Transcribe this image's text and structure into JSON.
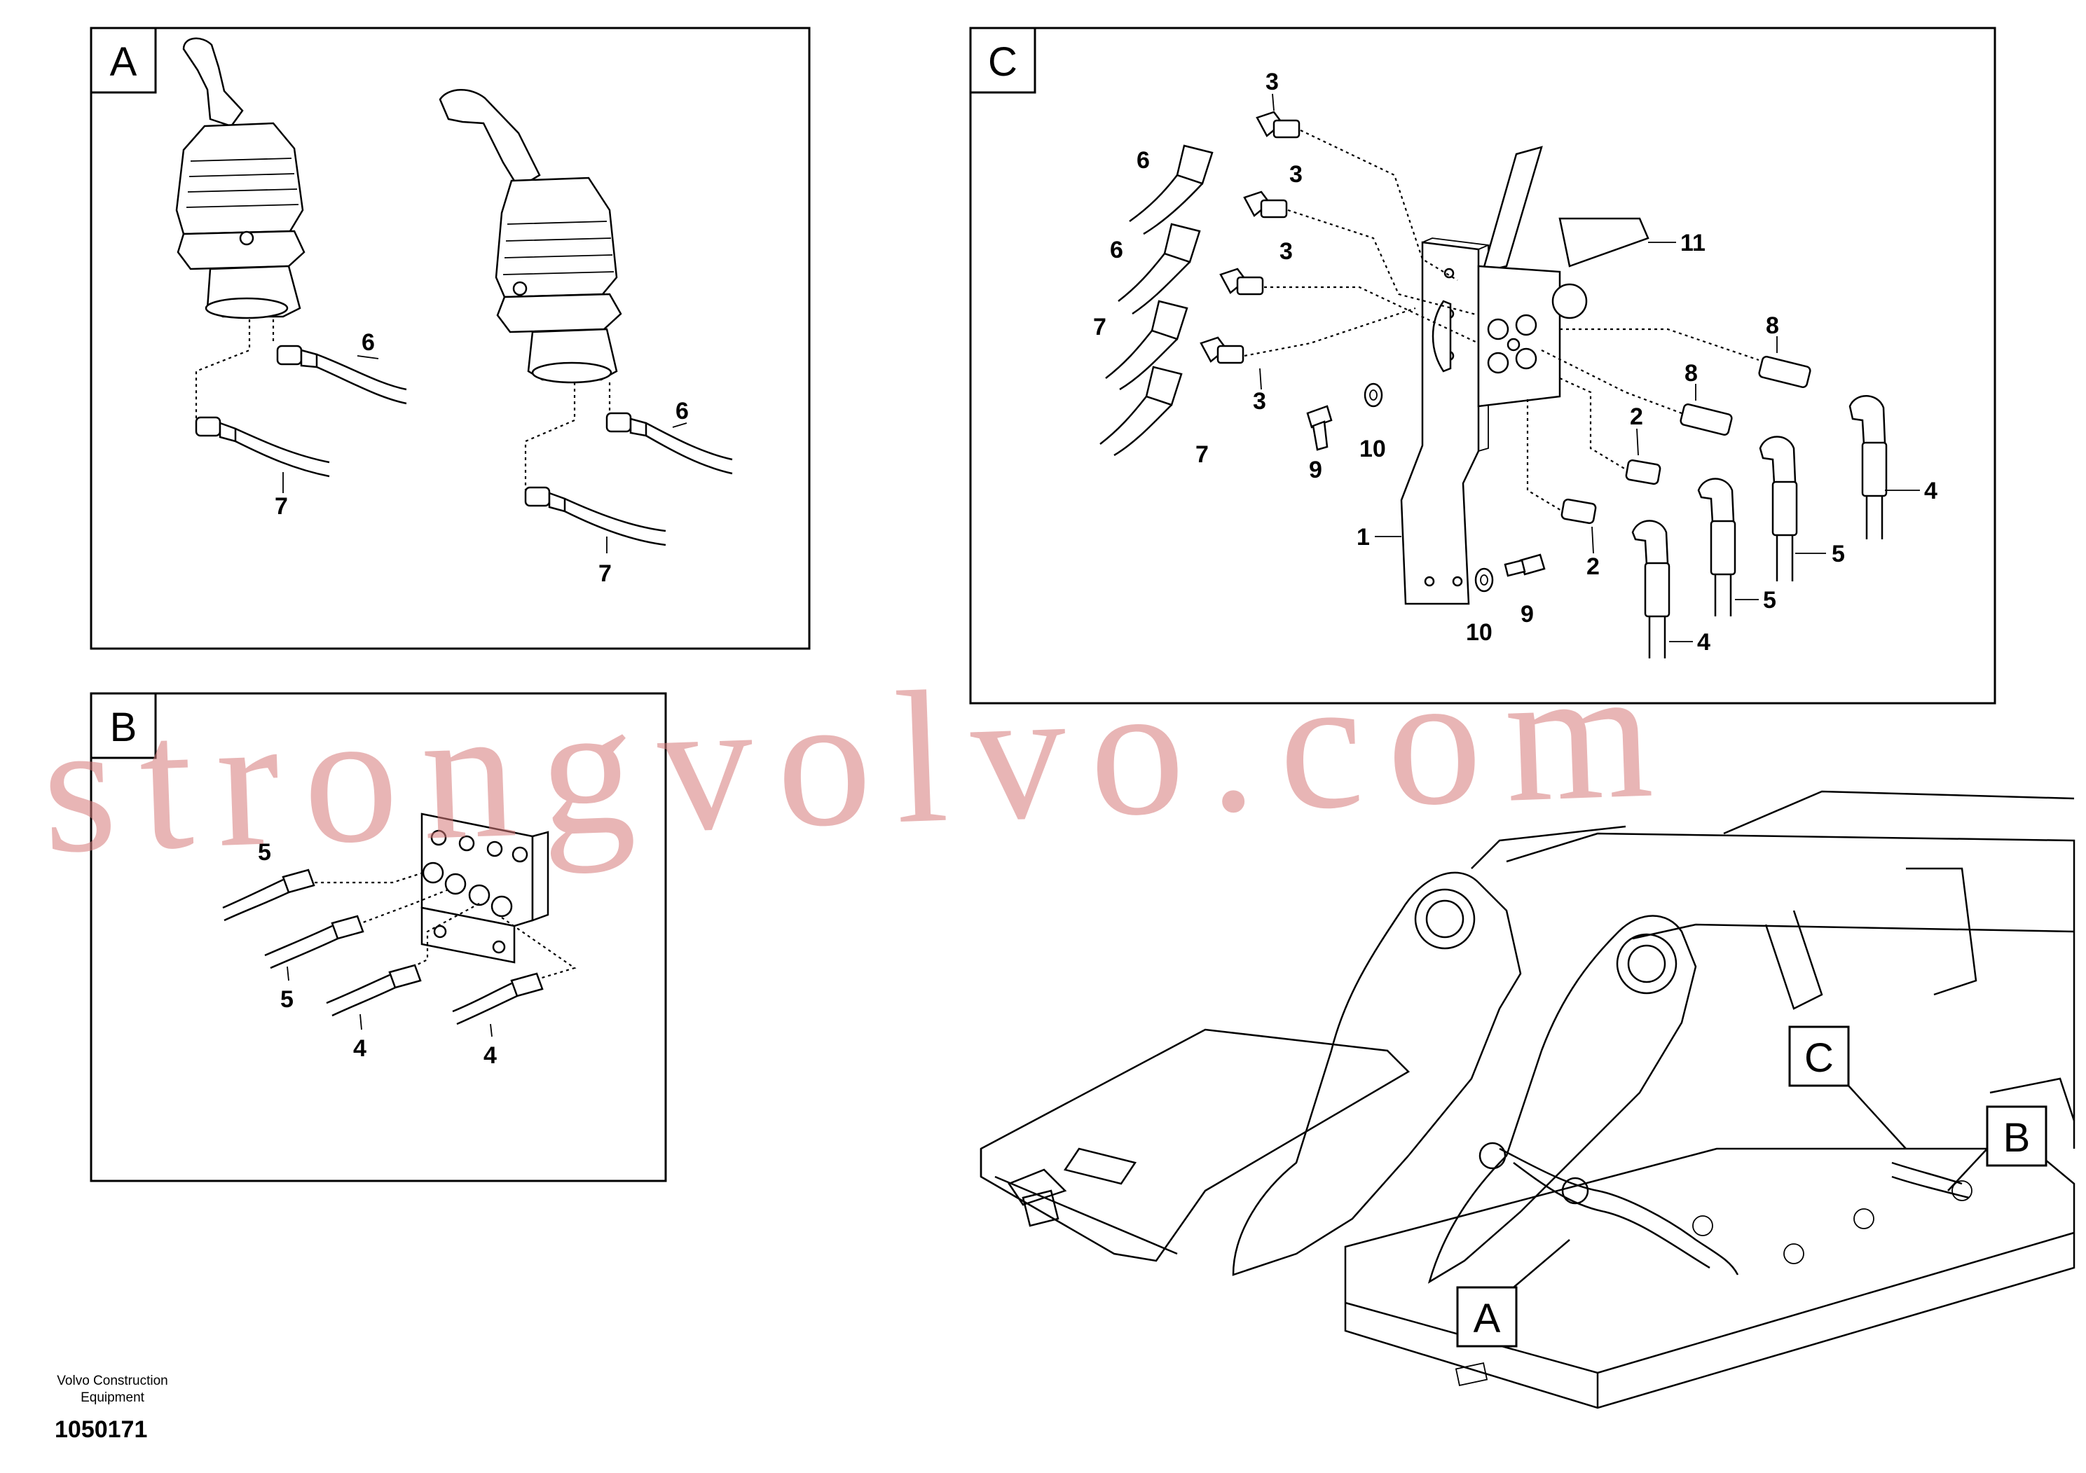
{
  "panels": {
    "a": {
      "letter": "A"
    },
    "b": {
      "letter": "B"
    },
    "c": {
      "letter": "C"
    }
  },
  "callouts": {
    "a": {
      "c6": "6",
      "c7a": "7",
      "c6b": "6",
      "c7b": "7"
    },
    "b": {
      "c5a": "5",
      "c5b": "5",
      "c4a": "4",
      "c4b": "4"
    },
    "c": {
      "c3a": "3",
      "c3b": "3",
      "c3c": "3",
      "c3d": "3",
      "c6a": "6",
      "c6b": "6",
      "c7a": "7",
      "c7b": "7",
      "c11": "11",
      "c8a": "8",
      "c8b": "8",
      "c9a": "9",
      "c10a": "10",
      "c2a": "2",
      "c2b": "2",
      "c4a": "4",
      "c4b": "4",
      "c5a": "5",
      "c5b": "5",
      "c1": "1",
      "c9b": "9",
      "c10b": "10"
    }
  },
  "location_markers": {
    "a": "A",
    "b": "B",
    "c": "C"
  },
  "watermark": "strongvolvo.com",
  "footer": {
    "company_line1": "Volvo Construction",
    "company_line2": "Equipment",
    "figure_number": "1050171"
  }
}
